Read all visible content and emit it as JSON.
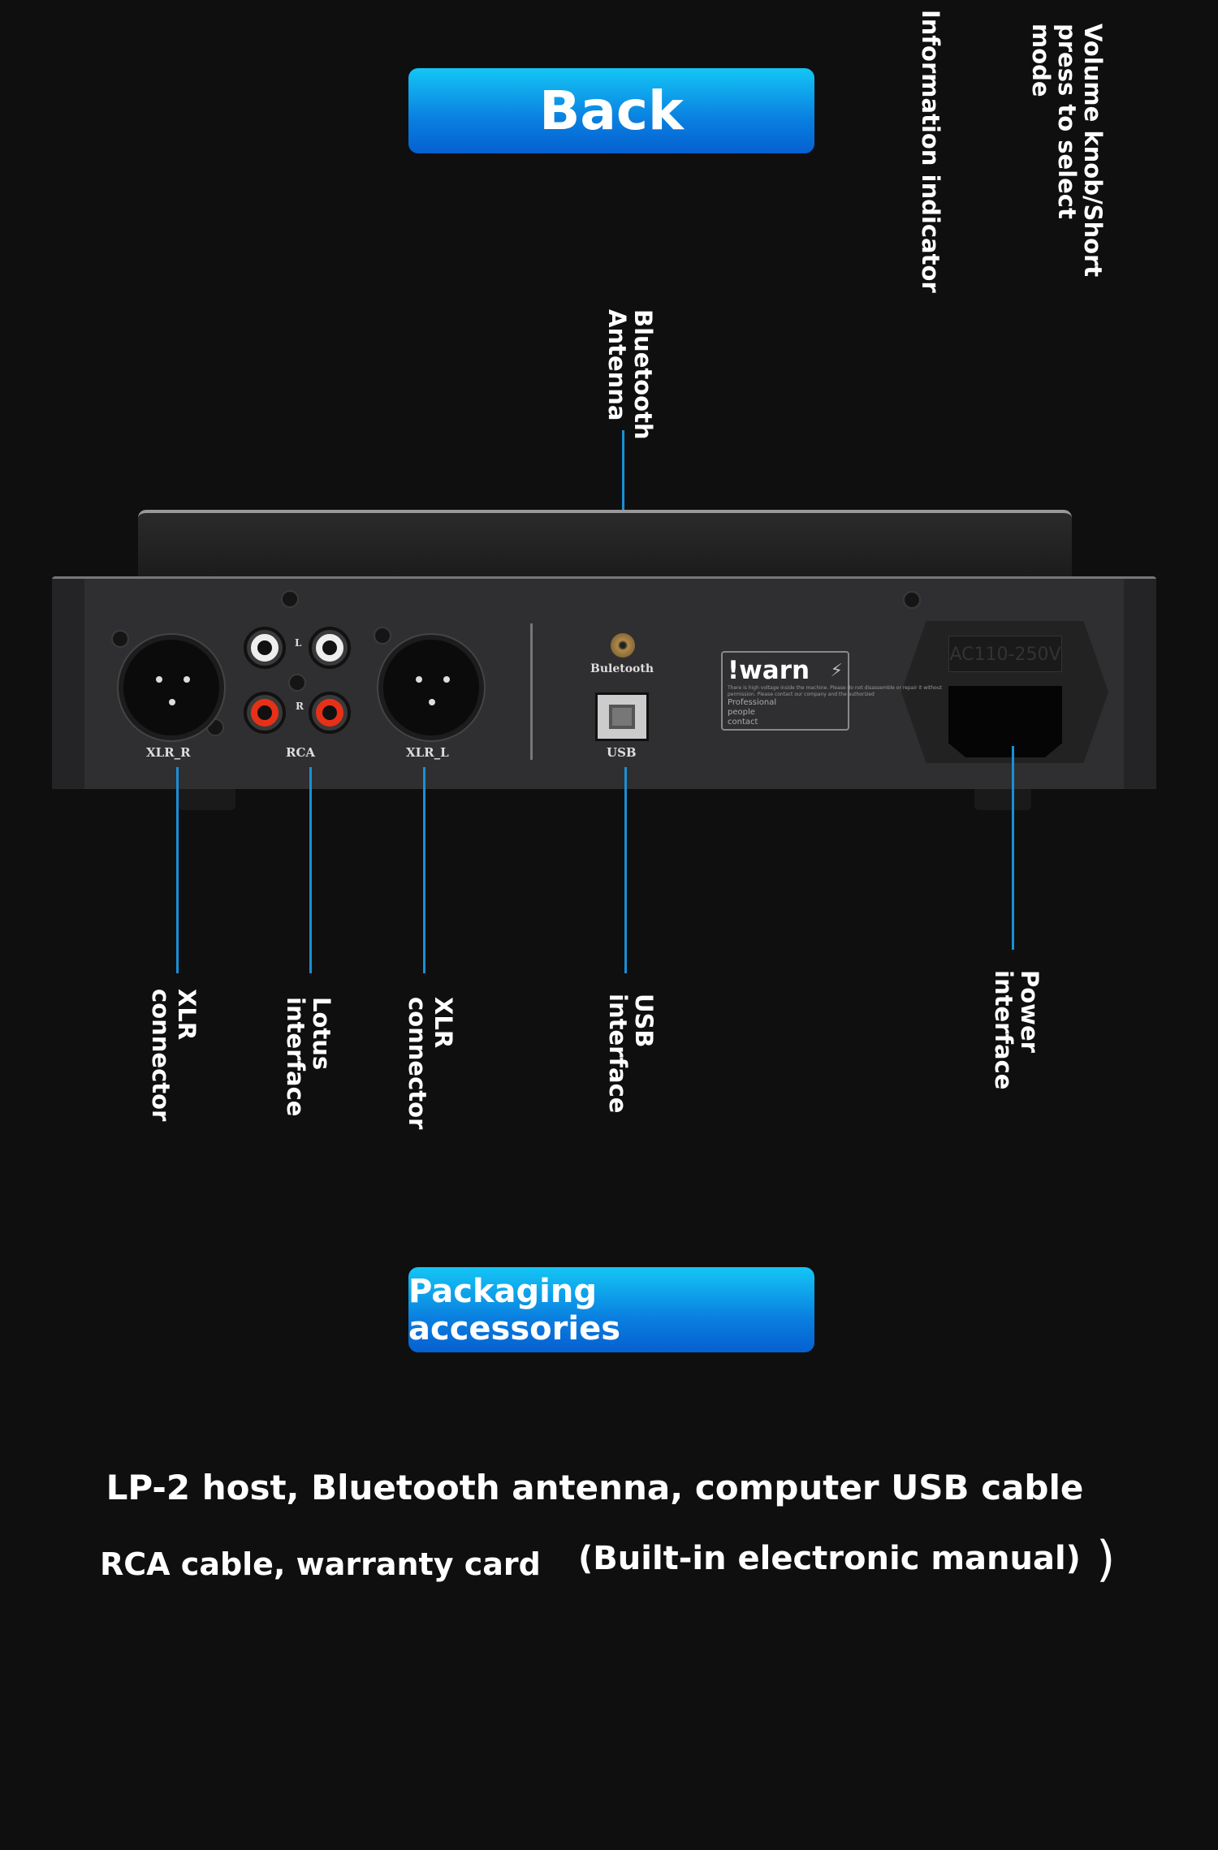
{
  "back_button": {
    "label": "Back"
  },
  "callouts_top": {
    "information_indicator": "Information indicator",
    "volume_knob": "Volume knob/Short press to select mode",
    "bluetooth_antenna": "Bluetooth Antenna"
  },
  "device": {
    "labels": {
      "xlr_r": "XLR_R",
      "rca": "RCA",
      "rca_l": "L",
      "rca_r": "R",
      "xlr_l": "XLR_L",
      "bluetooth": "Buletooth",
      "usb": "USB",
      "voltage": "AC110-250V"
    },
    "warning": {
      "title": "!warn",
      "body": "There is high voltage inside the machine. Please do not disassemble or repair it without permission. Please contact our company and the authorized",
      "footer": "Professional people contact"
    }
  },
  "callouts_bottom": {
    "xlr_r": "XLR connector",
    "lotus": "Lotus interface",
    "xlr_l": "XLR connector",
    "usb": "USB interface",
    "power": "Power interface"
  },
  "packaging_button": {
    "label": "Packaging accessories"
  },
  "accessories": {
    "line1": "LP-2 host, Bluetooth antenna, computer USB cable",
    "line2a": "RCA cable, warranty card",
    "line2b": "(Built-in electronic manual)",
    "line2c": ")"
  },
  "colors": {
    "accent": "#0a8fe6",
    "callout_line": "#1a8fd6"
  }
}
